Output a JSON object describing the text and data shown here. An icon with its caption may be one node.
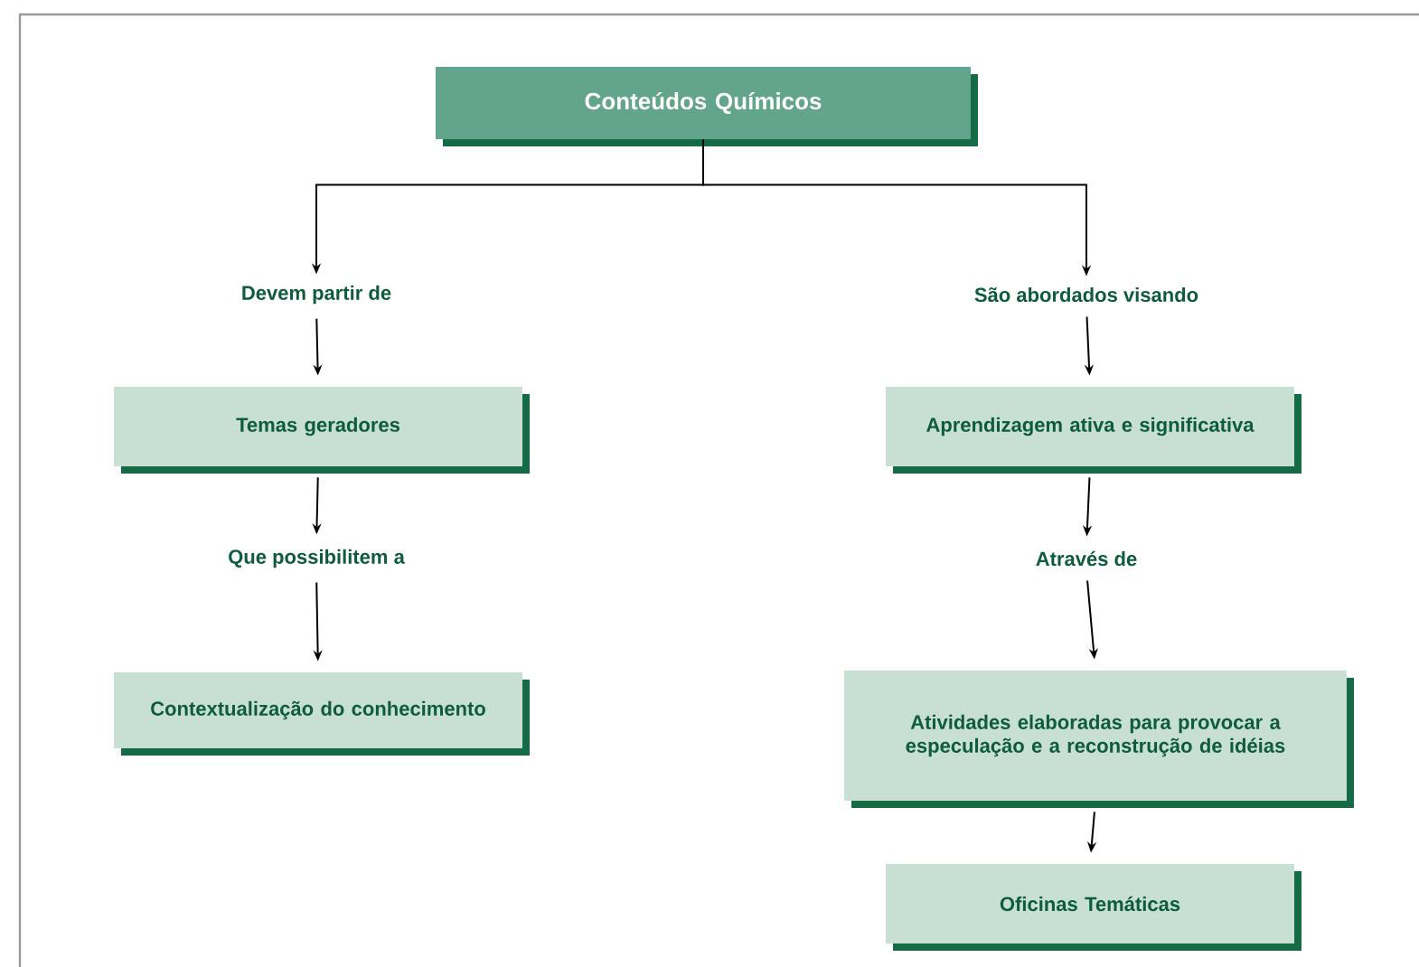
{
  "diagram": {
    "nodes": [
      {
        "text": [
          "Conteúdos Químicos"
        ]
      },
      {
        "text": [
          "Devem partir de"
        ]
      },
      {
        "text": [
          "Temas geradores"
        ]
      },
      {
        "text": [
          "Que possibilitem a"
        ]
      },
      {
        "text": [
          "Contextualização do conhecimento"
        ]
      },
      {
        "text": [
          "São abordados visando"
        ]
      },
      {
        "text": [
          "Aprendizagem ativa e significativa"
        ]
      },
      {
        "text": [
          "Através de"
        ]
      },
      {
        "text": [
          "Atividades elaboradas para provocar a especulação e a reconstrução de idéias"
        ]
      },
      {
        "text": [
          "Oficinas Temáticas"
        ]
      }
    ],
    "edges": [
      {
        "from": 0,
        "to": 1,
        "arrow": "to"
      },
      {
        "from": 0,
        "to": 5,
        "arrow": "to"
      },
      {
        "from": 1,
        "to": 2,
        "arrow": "to"
      },
      {
        "from": 2,
        "to": 3,
        "arrow": "to"
      },
      {
        "from": 3,
        "to": 4,
        "arrow": "to"
      },
      {
        "from": 5,
        "to": 6,
        "arrow": "to"
      },
      {
        "from": 6,
        "to": 7,
        "arrow": "to"
      },
      {
        "from": 7,
        "to": 8,
        "arrow": "to"
      },
      {
        "from": 8,
        "to": 9,
        "arrow": "to"
      }
    ]
  }
}
